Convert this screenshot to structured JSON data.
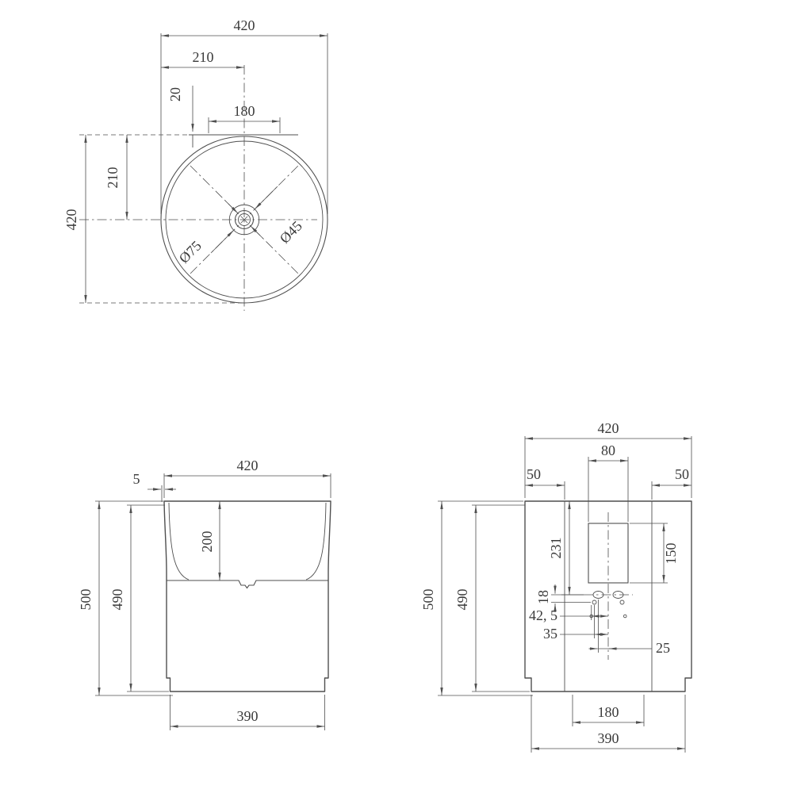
{
  "colors": {
    "line": "#4f4f4f",
    "text": "#3a3a3a",
    "background": "#ffffff"
  },
  "views": {
    "top": {
      "dims": {
        "overall_width": "420",
        "half_width": "210",
        "deck_offset": "20",
        "deck_width": "180",
        "half_height": "210",
        "overall_height": "420",
        "recess_diameter": "Ø75",
        "drain_diameter": "Ø45"
      }
    },
    "front": {
      "dims": {
        "overall_width": "420",
        "rim_lip": "5",
        "basin_depth": "200",
        "overall_height": "500",
        "body_height": "490",
        "base_width": "390"
      }
    },
    "side": {
      "dims": {
        "overall_width": "420",
        "panel_width": "80",
        "inset_left": "50",
        "inset_right": "50",
        "overall_height": "500",
        "body_height": "490",
        "panel_drop": "231",
        "panel_height": "150",
        "hole_gap": "18",
        "offset_a": "42, 5",
        "offset_b": "35",
        "offset_c": "25",
        "drain_span": "180",
        "base_width": "390"
      }
    }
  }
}
